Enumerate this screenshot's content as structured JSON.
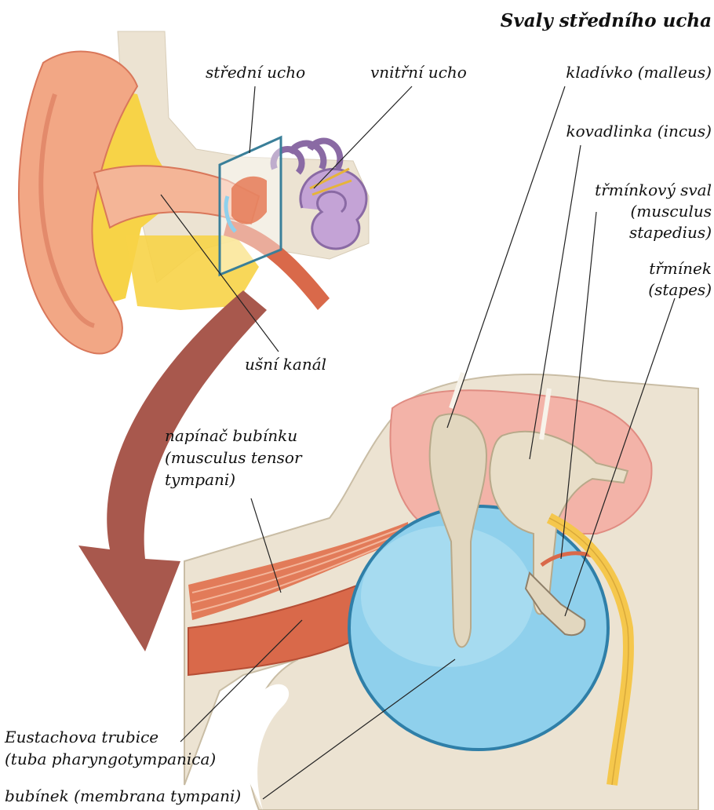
{
  "title": "Svaly středního ucha",
  "labels": {
    "middle_ear": "střední ucho",
    "inner_ear": "vnitřní ucho",
    "ear_canal": "ušní kanál",
    "malleus": "kladívko (malleus)",
    "incus": "kovadlinka (incus)",
    "stapedius_1": "třmínkový sval",
    "stapedius_2": "(musculus",
    "stapedius_3": "stapedius)",
    "stapes_1": "třmínek",
    "stapes_2": "(stapes)",
    "tensor_1": "napínač bubínku",
    "tensor_2": "(musculus tensor",
    "tensor_3": "tympani)",
    "eustachian_1": "Eustachova trubice",
    "eustachian_2": "(tuba pharyngotympanica)",
    "eardrum": "bubínek (membrana tympani)"
  },
  "colors": {
    "skin": "#f2a785",
    "skin_dark": "#d9775a",
    "fat": "#f7d347",
    "bone": "#ece3d2",
    "muscle": "#d9694a",
    "cochlea": "#b48ec8",
    "eardrum": "#8fd0ec",
    "ossicle": "#e2d7bf",
    "nerve": "#f5c74c",
    "arrow": "#a8584d"
  }
}
